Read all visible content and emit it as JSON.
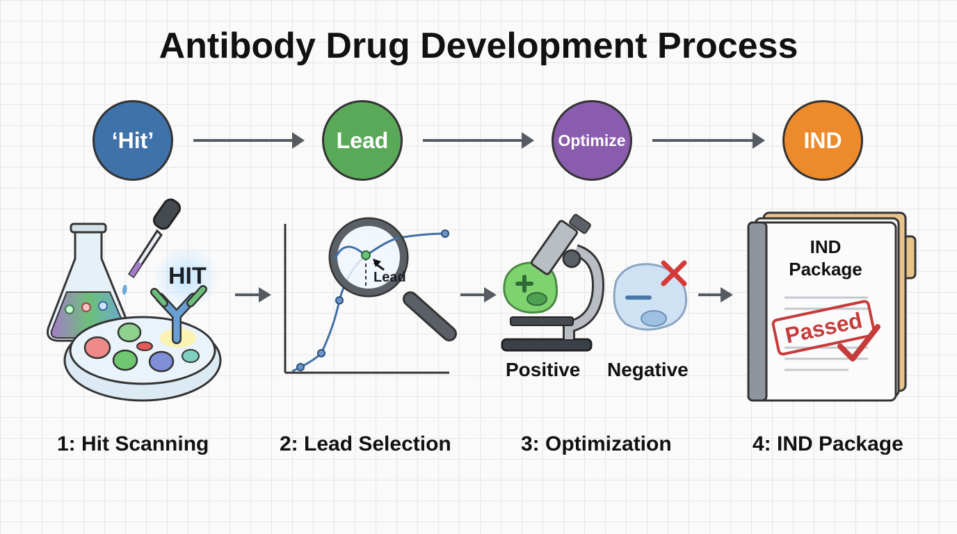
{
  "title": "Antibody Drug Development Process",
  "stages": [
    {
      "label": "‘Hit’",
      "color": "#3f72a8"
    },
    {
      "label": "Lead",
      "color": "#5aa958"
    },
    {
      "label": "Optimize",
      "color": "#8a5cad"
    },
    {
      "label": "IND",
      "color": "#ec8a2c"
    }
  ],
  "illustrations": {
    "hit_text": "HIT",
    "lead_text": "Lead",
    "positive_label": "Positive",
    "negative_label": "Negative",
    "ind_package_line1": "IND",
    "ind_package_line2": "Package",
    "passed_stamp": "Passed"
  },
  "steps": [
    "1: Hit Scanning",
    "2: Lead Selection",
    "3: Optimization",
    "4: IND Package"
  ]
}
